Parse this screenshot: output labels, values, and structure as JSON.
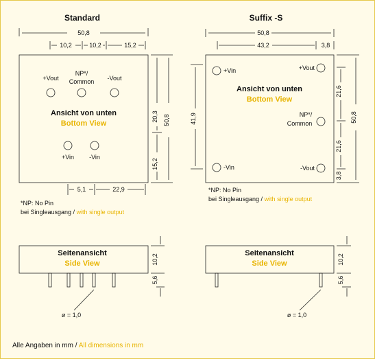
{
  "titles": {
    "standard": "Standard",
    "suffix": "Suffix -S"
  },
  "common": {
    "bottom_view_de": "Ansicht von unten",
    "bottom_view_en": "Bottom View",
    "side_view_de": "Seitenansicht",
    "side_view_en": "Side View",
    "pin_diameter": "ø = 1,0"
  },
  "standard": {
    "dims_top": {
      "total": "50,8",
      "seg1": "10,2",
      "seg2": "10,2",
      "seg3": "15,2"
    },
    "dims_right": {
      "total": "50,8",
      "upper": "20,3",
      "lower": "15,2"
    },
    "dims_bottom": {
      "seg1": "5,1",
      "seg2": "22,9"
    },
    "pins": {
      "vout_plus": "+Vout",
      "np_common_1": "NP*/",
      "np_common_2": "Common",
      "vout_minus": "-Vout",
      "vin_plus": "+Vin",
      "vin_minus": "-Vin"
    },
    "note_line1": "*NP: No Pin",
    "note_line2_de": "bei Singleausgang / ",
    "note_line2_en": "with single output",
    "side_dims": {
      "height": "10,2",
      "pin_length": "5,6"
    }
  },
  "suffix": {
    "dims_top": {
      "total": "50,8",
      "seg1": "43,2",
      "seg2": "3,8"
    },
    "dims_left": {
      "total": "41,9"
    },
    "dims_right": {
      "total": "50,8",
      "seg1": "21,6",
      "seg2": "21,6",
      "seg3": "3,8"
    },
    "pins": {
      "vin_plus": "+Vin",
      "vout_plus": "+Vout",
      "np_common_1": "NP*/",
      "np_common_2": "Common",
      "vin_minus": "-Vin",
      "vout_minus": "-Vout"
    },
    "note_line1": "*NP: No Pin",
    "note_line2_de": "bei Singleausgang / ",
    "note_line2_en": "with single output",
    "side_dims": {
      "height": "10,2",
      "pin_length": "5,6"
    }
  },
  "footer": {
    "text_de": "Alle Angaben in mm / ",
    "text_en": "All dimensions in mm"
  },
  "colors": {
    "accent": "#e8b400",
    "text": "#111111",
    "frame": "#e6c84a",
    "line": "#222222"
  }
}
